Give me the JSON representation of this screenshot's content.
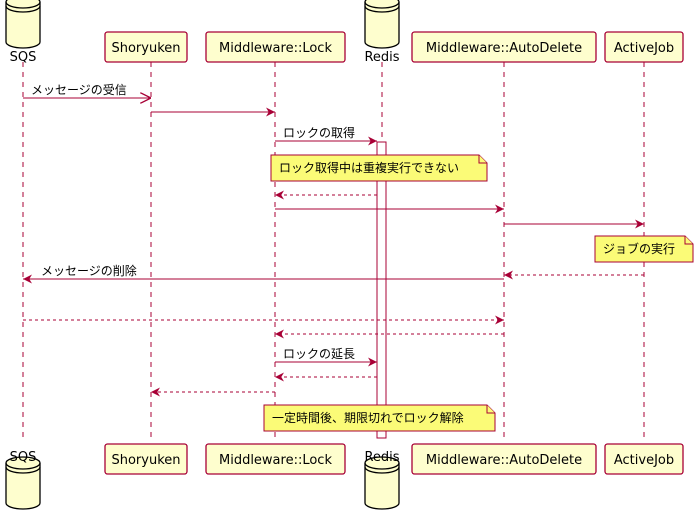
{
  "colors": {
    "participant_fill": "#FEFECE",
    "participant_border": "#A80036",
    "arrow": "#A80036",
    "lifeline": "#A80036",
    "note_fill": "#FBFB77",
    "note_border": "#A80036",
    "activation_fill": "#FFFFFF"
  },
  "participants": [
    {
      "id": "sqs",
      "label": "SQS",
      "kind": "database"
    },
    {
      "id": "shoryuken",
      "label": "Shoryuken",
      "kind": "participant"
    },
    {
      "id": "lock",
      "label": "Middleware::Lock",
      "kind": "participant"
    },
    {
      "id": "redis",
      "label": "Redis",
      "kind": "database"
    },
    {
      "id": "autodelete",
      "label": "Middleware::AutoDelete",
      "kind": "participant"
    },
    {
      "id": "activejob",
      "label": "ActiveJob",
      "kind": "participant"
    }
  ],
  "messages": [
    {
      "from": "sqs",
      "to": "shoryuken",
      "label": "メッセージの受信",
      "style": "async"
    },
    {
      "from": "shoryuken",
      "to": "lock",
      "label": "",
      "style": "sync"
    },
    {
      "from": "lock",
      "to": "redis",
      "label": "ロックの取得",
      "style": "sync"
    },
    {
      "note": "ロック取得中は重複実行できない",
      "over": "lock"
    },
    {
      "from": "redis",
      "to": "lock",
      "label": "",
      "style": "return"
    },
    {
      "from": "lock",
      "to": "autodelete",
      "label": "",
      "style": "sync"
    },
    {
      "from": "autodelete",
      "to": "activejob",
      "label": "",
      "style": "sync"
    },
    {
      "note": "ジョブの実行",
      "over": "activejob"
    },
    {
      "from": "activejob",
      "to": "autodelete",
      "label": "",
      "style": "return"
    },
    {
      "from": "autodelete",
      "to": "sqs",
      "label": "メッセージの削除",
      "style": "sync"
    },
    {
      "from": "sqs",
      "to": "autodelete",
      "label": "",
      "style": "return"
    },
    {
      "from": "autodelete",
      "to": "lock",
      "label": "",
      "style": "return"
    },
    {
      "from": "lock",
      "to": "redis",
      "label": "ロックの延長",
      "style": "sync"
    },
    {
      "from": "redis",
      "to": "lock",
      "label": "",
      "style": "return"
    },
    {
      "from": "lock",
      "to": "shoryuken",
      "label": "",
      "style": "return"
    },
    {
      "note": "一定時間後、期限切れでロック解除",
      "over": "lock"
    }
  ]
}
